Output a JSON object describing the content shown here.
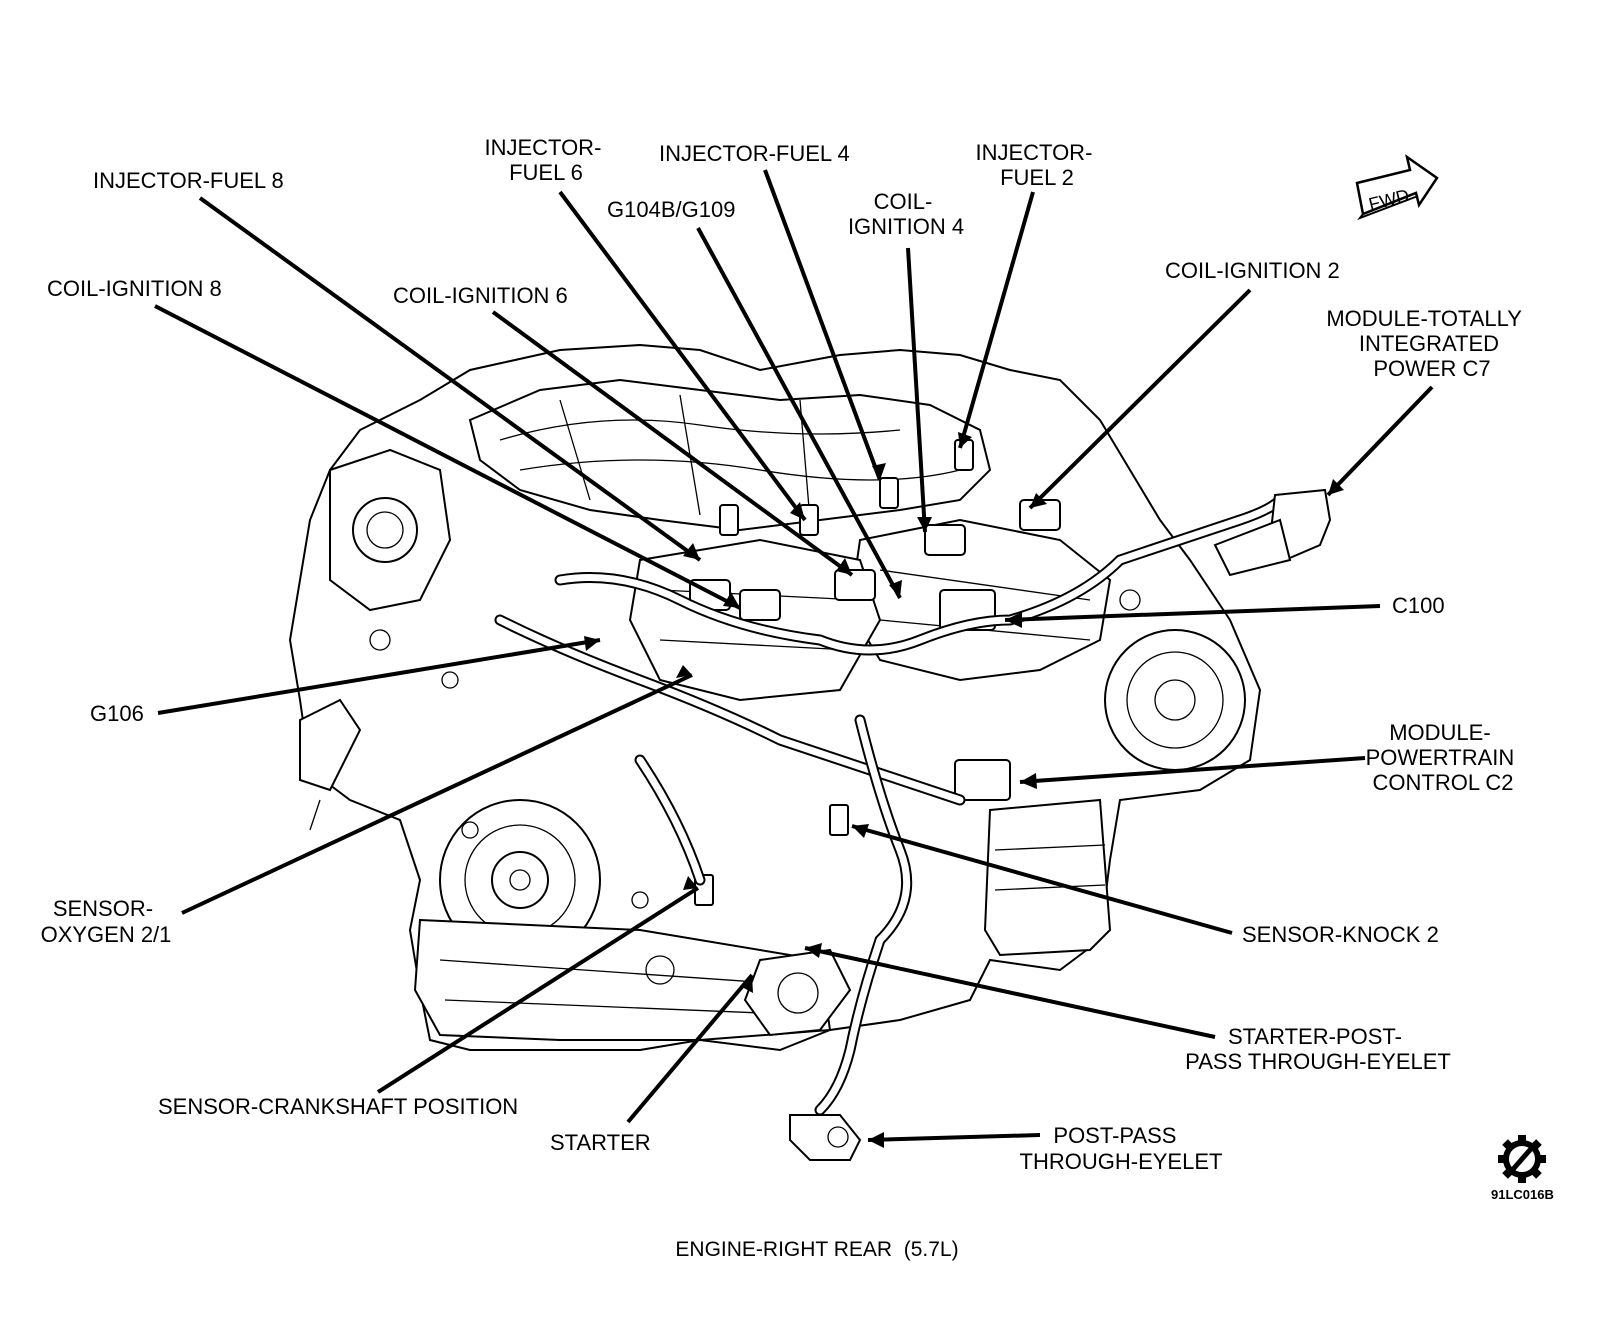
{
  "callouts": {
    "injector_fuel_8": "INJECTOR-FUEL 8",
    "injector_fuel_6": [
      "INJECTOR-",
      "FUEL 6"
    ],
    "injector_fuel_4": "INJECTOR-FUEL 4",
    "injector_fuel_2": [
      "INJECTOR-",
      "FUEL 2"
    ],
    "g104b_g109": "G104B/G109",
    "coil_ignition_4": [
      "COIL-",
      "IGNITION 4"
    ],
    "coil_ignition_8": "COIL-IGNITION 8",
    "coil_ignition_6": "COIL-IGNITION 6",
    "coil_ignition_2": "COIL-IGNITION 2",
    "module_tipm_c7": [
      "MODULE-TOTALLY",
      "INTEGRATED",
      "POWER C7"
    ],
    "c100": "C100",
    "g106": "G106",
    "module_pcm_c2": [
      "MODULE-",
      "POWERTRAIN",
      "CONTROL C2"
    ],
    "sensor_oxygen_2_1": [
      "SENSOR-",
      "OXYGEN 2/1"
    ],
    "sensor_knock_2": "SENSOR-KNOCK 2",
    "starter_post_pass_through_eyelet": [
      "STARTER-POST-",
      "PASS THROUGH-EYELET"
    ],
    "sensor_crankshaft_position": "SENSOR-CRANKSHAFT POSITION",
    "starter": "STARTER",
    "post_pass_through_eyelet": [
      "POST-PASS",
      "THROUGH-EYELET"
    ]
  },
  "fwd_arrow_label": "FWD",
  "figure_code": "91LC016B",
  "caption": "ENGINE-RIGHT REAR  (5.7L)"
}
